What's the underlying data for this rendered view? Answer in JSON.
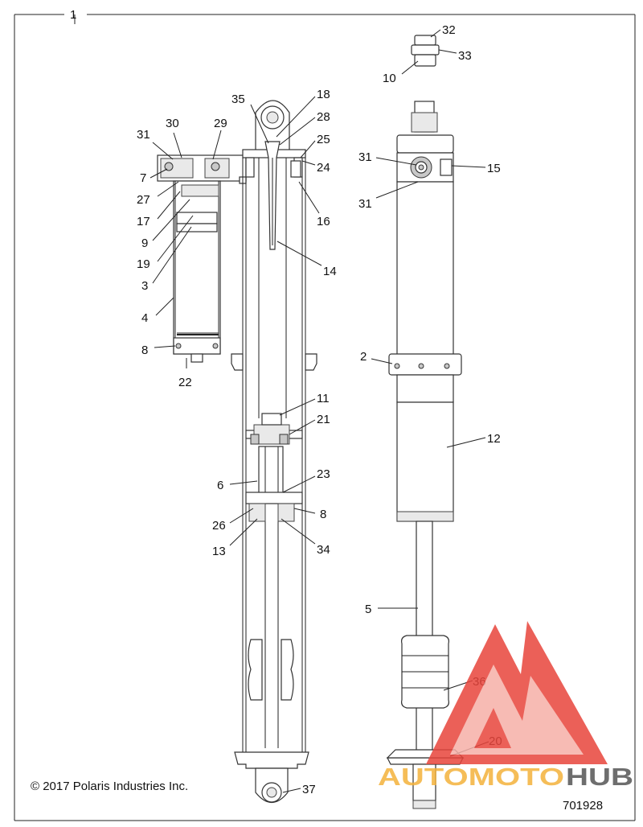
{
  "top_callout": "1",
  "copyright": "© 2017 Polaris Industries Inc.",
  "figure_number": "701928",
  "watermark": {
    "brand_part1": "AUTOMOTO",
    "brand_part2": "HUB",
    "color_primary": "#e8453c",
    "color_secondary": "#f4a79f",
    "color_hub": "#555555"
  },
  "callouts": {
    "c2": "2",
    "c3": "3",
    "c4": "4",
    "c5": "5",
    "c6": "6",
    "c7": "7",
    "c8a": "8",
    "c8b": "8",
    "c9": "9",
    "c10": "10",
    "c11": "11",
    "c12": "12",
    "c13": "13",
    "c14": "14",
    "c15": "15",
    "c16": "16",
    "c17": "17",
    "c18": "18",
    "c19": "19",
    "c20": "20",
    "c21": "21",
    "c22": "22",
    "c23": "23",
    "c24": "24",
    "c25": "25",
    "c26": "26",
    "c27": "27",
    "c28": "28",
    "c29": "29",
    "c30": "30",
    "c31a": "31",
    "c31b": "31",
    "c31c": "31",
    "c32": "32",
    "c33": "33",
    "c34": "34",
    "c35": "35",
    "c36": "36",
    "c37": "37"
  }
}
